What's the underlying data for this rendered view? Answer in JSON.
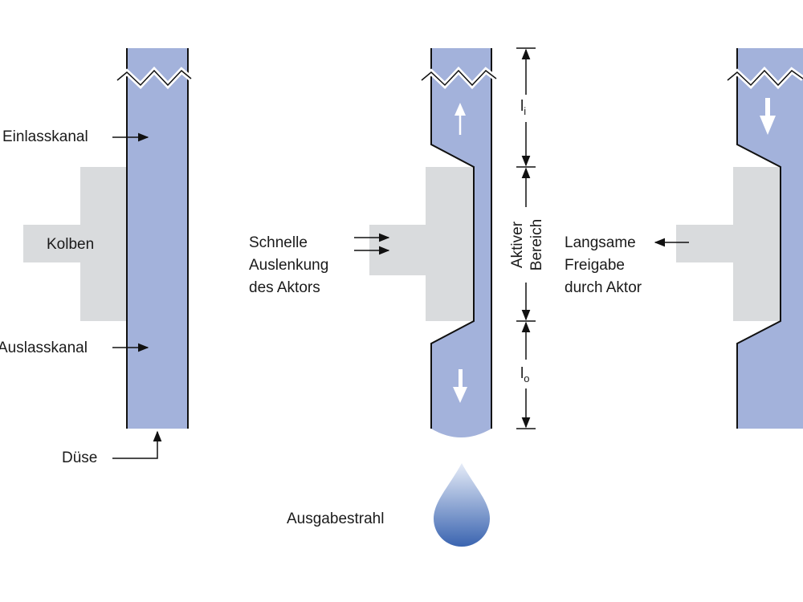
{
  "colors": {
    "fluid": "#a3b2db",
    "piston": "#d9dbdd",
    "wall": "#111111",
    "drop_top": "#e6ecf8",
    "drop_bottom": "#3a64b0",
    "arrow_white": "#ffffff"
  },
  "labels": {
    "inlet": "Einlasskanal",
    "piston": "Kolben",
    "outlet": "Auslasskanal",
    "nozzle": "Düse",
    "fast_line1": "Schnelle",
    "fast_line2": "Auslenkung",
    "fast_line3": "des Aktors",
    "active_line1": "Aktiver",
    "active_line2": "Bereich",
    "li_main": "l",
    "li_sub": "i",
    "lo_main": "l",
    "lo_sub": "o",
    "slow_line1": "Langsame",
    "slow_line2": "Freigabe",
    "slow_line3": "durch Aktor",
    "jet": "Ausgabestrahl"
  }
}
